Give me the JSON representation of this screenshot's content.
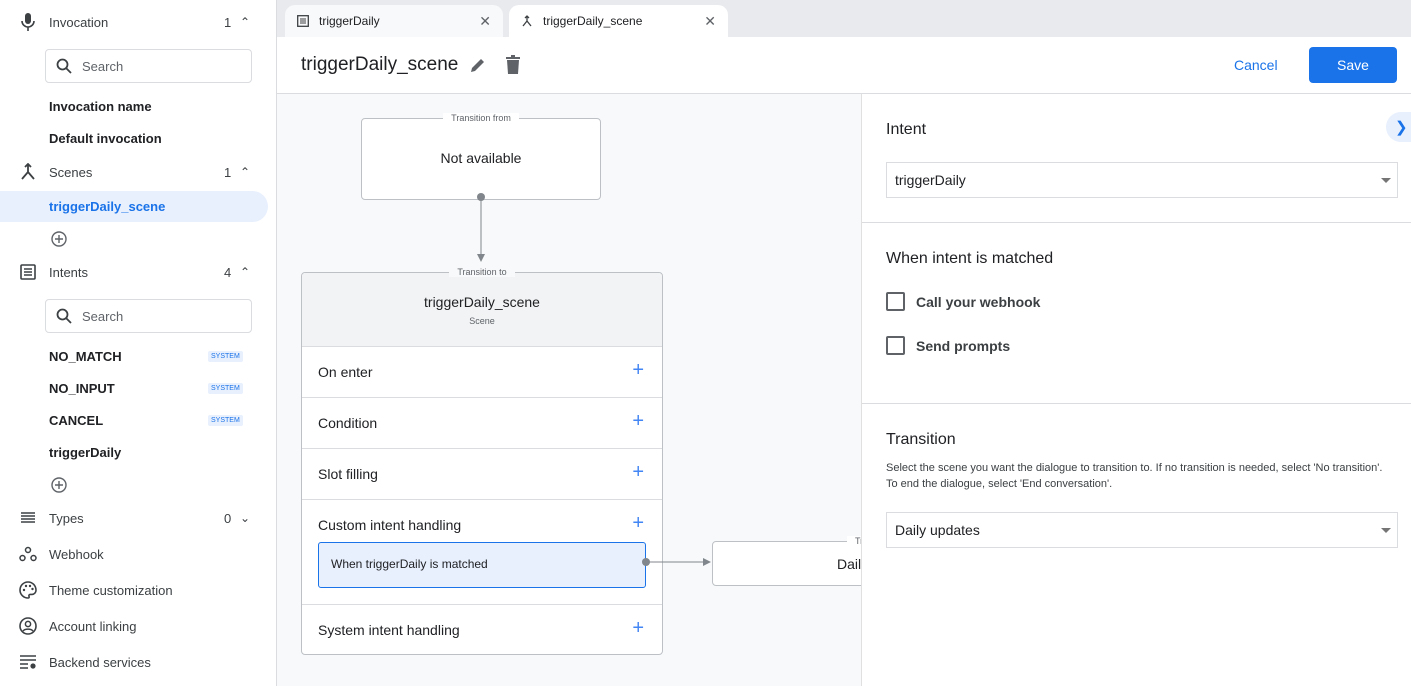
{
  "sidebar": {
    "invocation": {
      "label": "Invocation",
      "count": "1",
      "search_placeholder": "Search",
      "items": [
        "Invocation name",
        "Default invocation"
      ]
    },
    "scenes": {
      "label": "Scenes",
      "count": "1",
      "items": [
        "triggerDaily_scene"
      ],
      "selected": "triggerDaily_scene"
    },
    "intents": {
      "label": "Intents",
      "count": "4",
      "search_placeholder": "Search",
      "items": [
        {
          "name": "NO_MATCH",
          "badge": "SYSTEM"
        },
        {
          "name": "NO_INPUT",
          "badge": "SYSTEM"
        },
        {
          "name": "CANCEL",
          "badge": "SYSTEM"
        },
        {
          "name": "triggerDaily",
          "badge": ""
        }
      ]
    },
    "types": {
      "label": "Types",
      "count": "0"
    },
    "links": [
      "Webhook",
      "Theme customization",
      "Account linking",
      "Backend services"
    ]
  },
  "tabs": [
    {
      "label": "triggerDaily",
      "icon": "intent-icon",
      "active": false
    },
    {
      "label": "triggerDaily_scene",
      "icon": "scene-icon",
      "active": true
    }
  ],
  "header": {
    "title": "triggerDaily_scene",
    "cancel": "Cancel",
    "save": "Save"
  },
  "canvas": {
    "from_node": {
      "legend": "Transition from",
      "text": "Not available"
    },
    "scene_node": {
      "legend": "Transition to",
      "title": "triggerDaily_scene",
      "subtitle": "Scene",
      "rows": [
        "On enter",
        "Condition",
        "Slot filling",
        "Custom intent handling",
        "System intent handling"
      ],
      "handler": "When triggerDaily is matched"
    },
    "target_node": {
      "legend": "Tr",
      "text": "Dail"
    }
  },
  "panel": {
    "intent_title": "Intent",
    "intent_value": "triggerDaily",
    "matched_title": "When intent is matched",
    "checkboxes": [
      {
        "label": "Call your webhook",
        "checked": false
      },
      {
        "label": "Send prompts",
        "checked": false
      }
    ],
    "transition_title": "Transition",
    "transition_desc": "Select the scene you want the dialogue to transition to. If no transition is needed, select 'No transition'. To end the dialogue, select 'End conversation'.",
    "transition_value": "Daily updates"
  },
  "colors": {
    "accent": "#1a73e8",
    "selected_bg": "#e8f0fe",
    "canvas_bg": "#f8f9fa"
  }
}
